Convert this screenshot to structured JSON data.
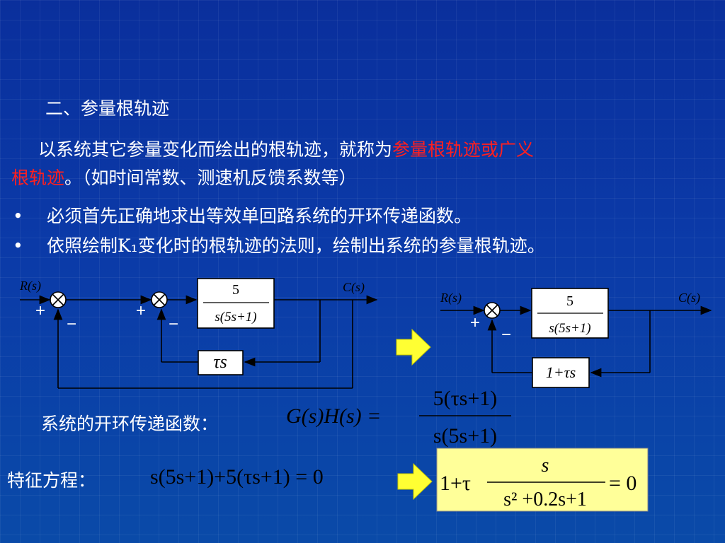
{
  "section_title": "二、参量根轨迹",
  "intro": {
    "line1_prefix": "以系统其它参量变化而绘出的根轨迹，就称为",
    "line1_highlight": "参量根轨迹或广义",
    "line2_highlight": "根轨迹",
    "line2_suffix": "。（如时间常数、测速机反馈系数等）"
  },
  "bullets": [
    "必须首先正确地求出等效单回路系统的开环传递函数。",
    "依照绘制K₁变化时的根轨迹的法则，绘制出系统的参量根轨迹。"
  ],
  "bullet_symbol": "•",
  "diagram_left": {
    "input_label": "R(s)",
    "output_label": "C(s)",
    "plus": "+",
    "minus": "−",
    "plant_num": "5",
    "plant_den": "s(5s+1)",
    "inner_feedback": "τs"
  },
  "diagram_right": {
    "input_label": "R(s)",
    "output_label": "C(s)",
    "plus": "+",
    "minus": "−",
    "plant_num": "5",
    "plant_den": "s(5s+1)",
    "feedback": "1+τs"
  },
  "open_loop_label": "系统的开环传递函数：",
  "open_loop_lhs": "G(s)H(s) =",
  "open_loop_num": "5(τs+1)",
  "open_loop_den": "s(5s+1)",
  "char_eq_label": "特征方程：",
  "char_eq": "s(5s+1)+5(τs+1) = 0",
  "result": {
    "prefix": "1+τ",
    "num": "s",
    "den": "s² +0.2s+1",
    "suffix": "= 0"
  },
  "colors": {
    "background": "#0a3aa8",
    "highlight": "#ff2020",
    "arrow": "#ffff33",
    "result_box": "#ffff99"
  }
}
